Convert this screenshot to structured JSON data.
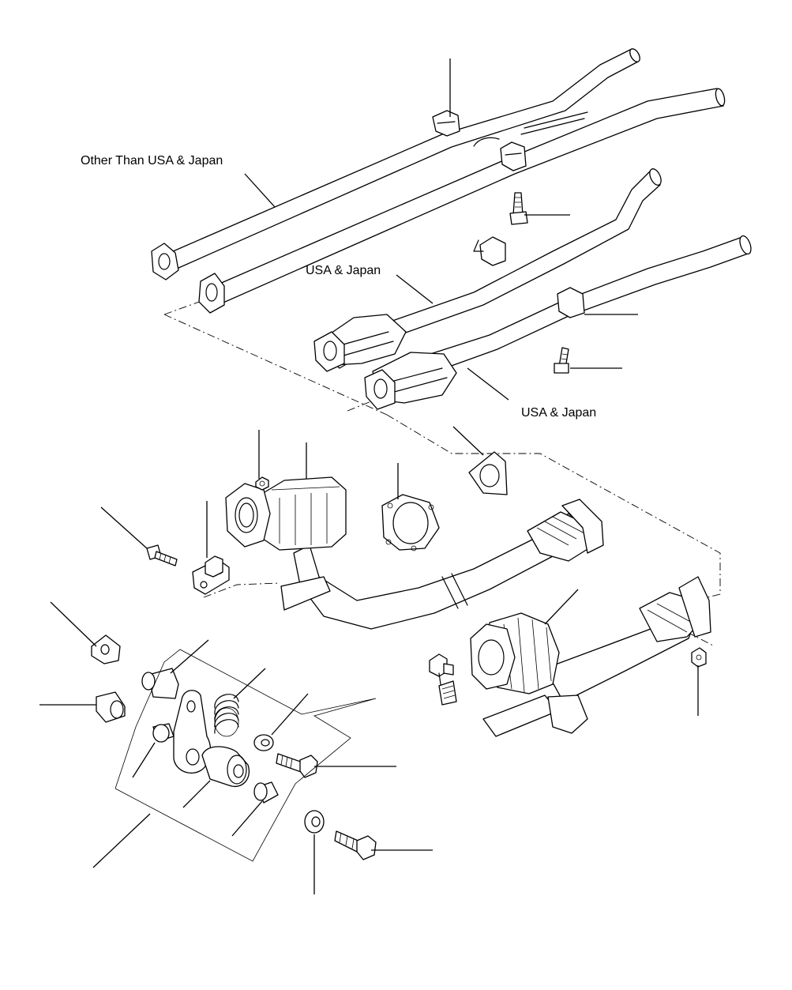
{
  "labels": {
    "other_than_usa_japan": "Other Than USA & Japan",
    "usa_japan_upper": "USA & Japan",
    "usa_japan_lower": "USA & Japan"
  }
}
